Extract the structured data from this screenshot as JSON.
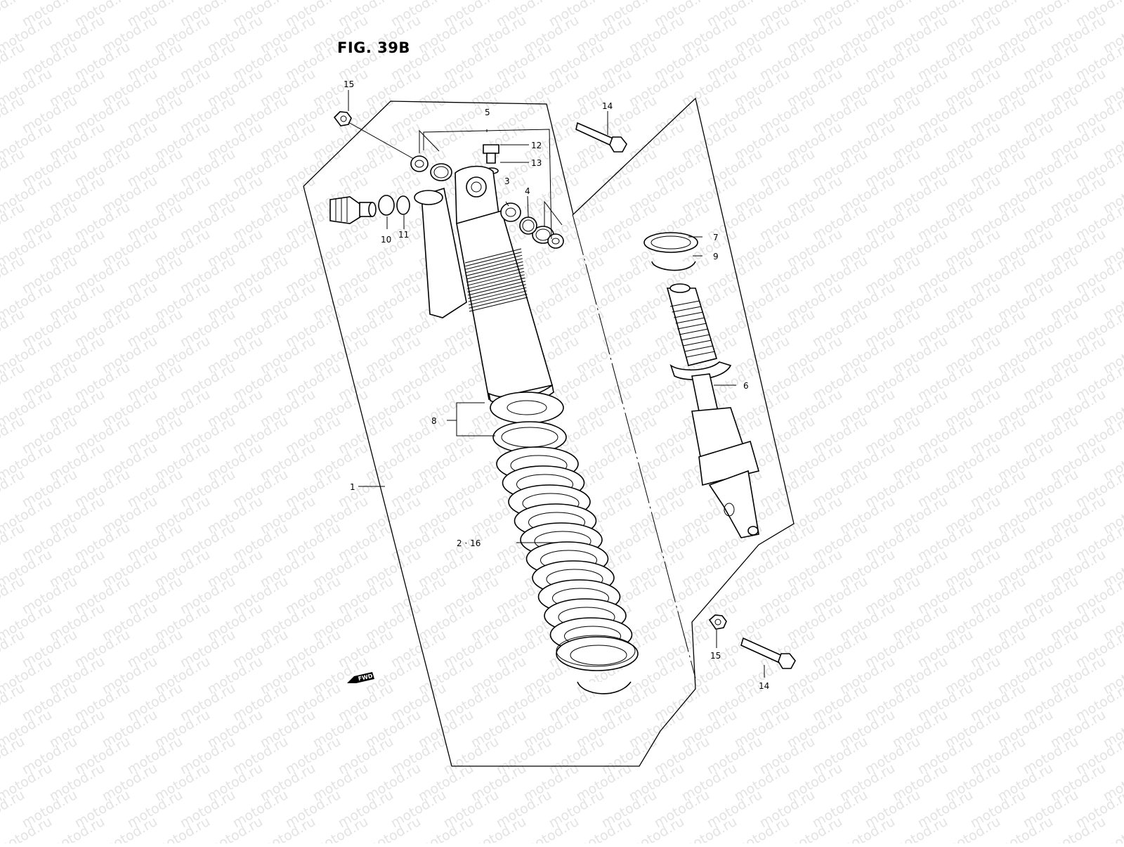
{
  "figure": {
    "title": "FIG. 39B"
  },
  "watermark": {
    "text": "motod.ru"
  },
  "fwd_badge": {
    "text": "FWD"
  },
  "callouts": [
    {
      "id": "c1",
      "label": "1"
    },
    {
      "id": "c2",
      "label": "2 · 16"
    },
    {
      "id": "c3",
      "label": "3"
    },
    {
      "id": "c4",
      "label": "4"
    },
    {
      "id": "c5",
      "label": "5"
    },
    {
      "id": "c6",
      "label": "6"
    },
    {
      "id": "c7",
      "label": "7"
    },
    {
      "id": "c8",
      "label": "8"
    },
    {
      "id": "c9",
      "label": "9"
    },
    {
      "id": "c10",
      "label": "10"
    },
    {
      "id": "c11",
      "label": "11"
    },
    {
      "id": "c12",
      "label": "12"
    },
    {
      "id": "c13",
      "label": "13"
    },
    {
      "id": "c14a",
      "label": "14"
    },
    {
      "id": "c14b",
      "label": "14"
    },
    {
      "id": "c15a",
      "label": "15"
    },
    {
      "id": "c15b",
      "label": "15"
    }
  ]
}
